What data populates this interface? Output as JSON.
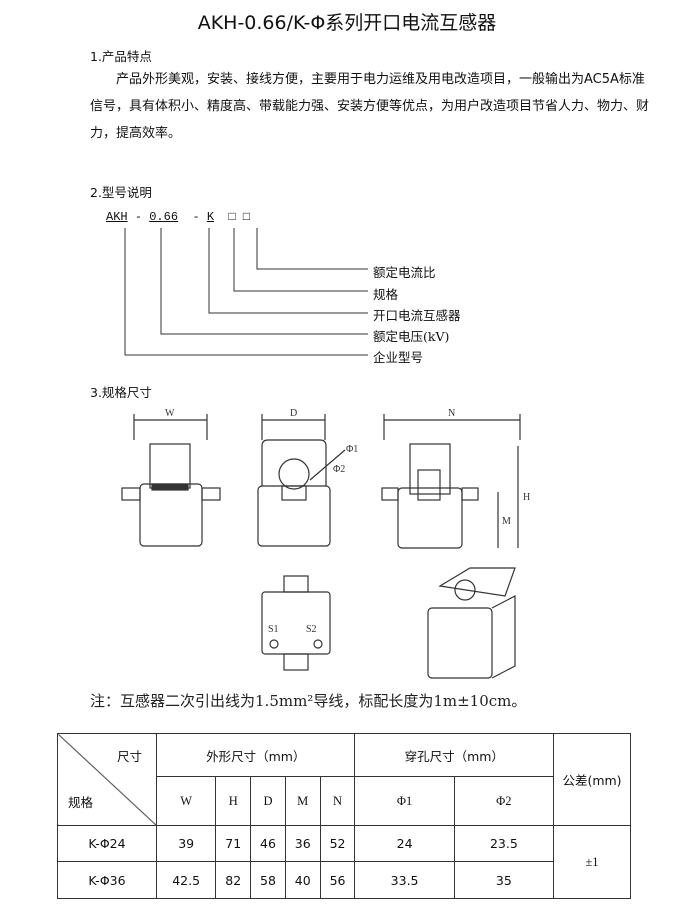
{
  "title": "AKH-0.66/K-Φ系列开口电流互感器",
  "section1": {
    "heading": "1.产品特点",
    "body": "产品外形美观，安装、接线方便，主要用于电力运维及用电改造项目，一般输出为AC5A标准信号，具有体积小、精度高、带载能力强、安装方便等优点，为用户改造项目节省人力、物力、财力，提高效率。"
  },
  "section2": {
    "heading": "2.型号说明",
    "code": {
      "p1": "AKH",
      "p2": "0.66",
      "p3": "K",
      "sep": "-",
      "box": "□"
    },
    "labels": [
      "额定电流比",
      "规格",
      "开口电流互感器",
      "额定电压(kV)",
      "企业型号"
    ]
  },
  "section3": {
    "heading": "3.规格尺寸",
    "dims": {
      "w": "W",
      "d": "D",
      "n": "N",
      "h": "H",
      "m": "M",
      "phi1": "Φ1",
      "phi2": "Φ2",
      "s1": "S1",
      "s2": "S2"
    }
  },
  "note": "注：互感器二次引出线为1.5mm²导线，标配长度为1m±10cm。",
  "table": {
    "corner_top": "尺寸",
    "corner_bottom": "规格",
    "group1": "外形尺寸（mm）",
    "group2": "穿孔尺寸（mm）",
    "tolerance_header": "公差(mm)",
    "cols": [
      "W",
      "H",
      "D",
      "M",
      "N",
      "Φ1",
      "Φ2"
    ],
    "rows": [
      {
        "name": "K-Φ24",
        "values": [
          "39",
          "71",
          "46",
          "36",
          "52",
          "24",
          "23.5"
        ]
      },
      {
        "name": "K-Φ36",
        "values": [
          "42.5",
          "82",
          "58",
          "40",
          "56",
          "33.5",
          "35"
        ]
      }
    ],
    "tolerance": "±1"
  }
}
